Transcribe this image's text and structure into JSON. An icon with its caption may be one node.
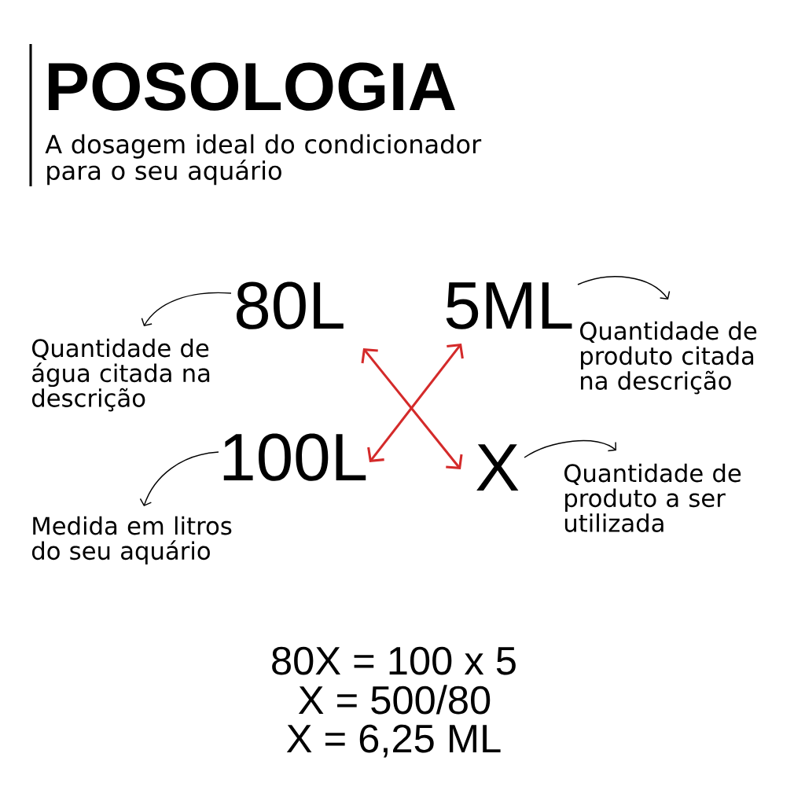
{
  "diagram": {
    "title": "POSOLOGIA",
    "nodes": [
      {
        "text": [
          "80L"
        ]
      },
      {
        "text": [
          "5ML"
        ]
      },
      {
        "text": [
          "Quantidade de água citada na descrição"
        ]
      },
      {
        "text": [
          "Quantidade de produto citada na descrição"
        ]
      },
      {
        "text": [
          "100L"
        ]
      },
      {
        "text": [
          "X"
        ]
      },
      {
        "text": [
          "Medida em litros do seu aquário"
        ]
      },
      {
        "text": [
          "Quantidade de produto a ser utilizada"
        ]
      }
    ],
    "edges": [
      {
        "from": 0,
        "to": 2,
        "arrow": "to"
      },
      {
        "from": 1,
        "to": 3,
        "arrow": "to"
      },
      {
        "from": 4,
        "to": 6,
        "arrow": "to"
      },
      {
        "from": 5,
        "to": 7,
        "arrow": "to"
      },
      {
        "from": 0,
        "to": 5,
        "arrow": "both",
        "style": "thick",
        "color": "#d42a2a"
      },
      {
        "from": 1,
        "to": 4,
        "arrow": "both",
        "style": "thick",
        "color": "#d42a2a"
      }
    ],
    "labels": [
      "A dosagem ideal do condicionador para o seu aquário",
      "80X = 100 x 5",
      "X = 500/80",
      "X = 6,25 ML"
    ]
  }
}
